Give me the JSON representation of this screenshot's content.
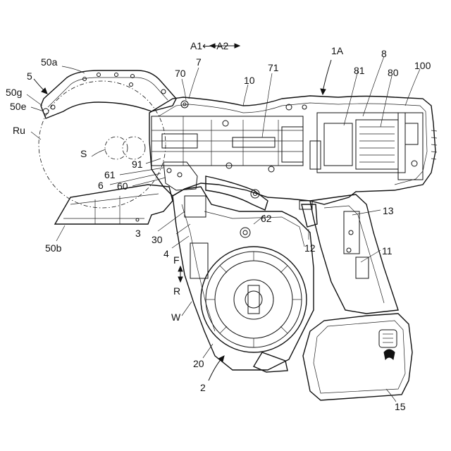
{
  "labels": {
    "l_1A": "1A",
    "l_A1A2": "A1⟷A2",
    "l_7": "7",
    "l_70": "70",
    "l_71": "71",
    "l_10": "10",
    "l_81": "81",
    "l_8": "8",
    "l_80": "80",
    "l_100": "100",
    "l_50a": "50a",
    "l_5": "5",
    "l_50g": "50g",
    "l_50e": "50e",
    "l_Ru": "Ru",
    "l_S": "S",
    "l_91": "91",
    "l_61": "61",
    "l_6": "6",
    "l_60": "60",
    "l_50b": "50b",
    "l_3": "3",
    "l_30": "30",
    "l_4": "4",
    "l_62": "62",
    "l_12": "12",
    "l_13": "13",
    "l_11": "11",
    "l_F": "F",
    "l_R": "R",
    "l_W": "W",
    "l_20": "20",
    "l_2": "2",
    "l_15": "15"
  }
}
